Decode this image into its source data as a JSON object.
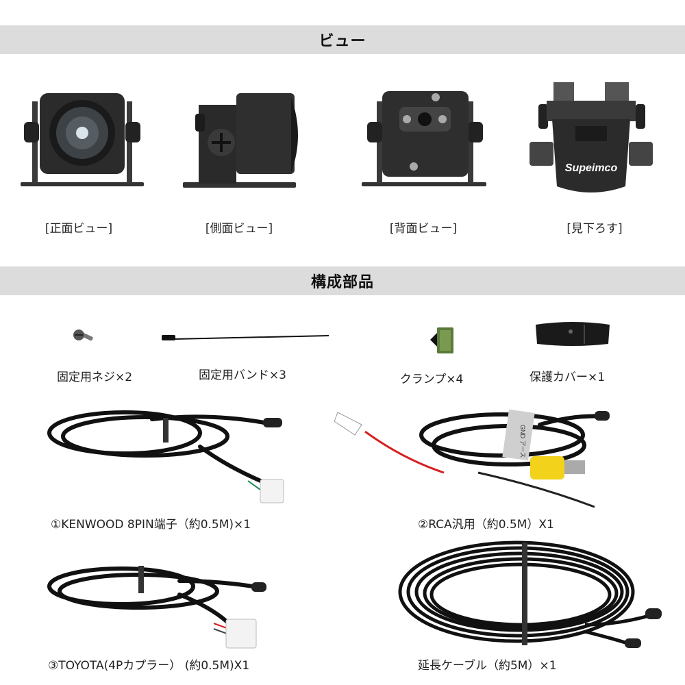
{
  "sections": {
    "view_title": "ビュー",
    "parts_title": "構成部品"
  },
  "views": {
    "front": "[正面ビュー]",
    "side": "[側面ビュー]",
    "back": "[背面ビュー]",
    "top": "[見下ろす]"
  },
  "brand": "Supeimco",
  "cable_tag": "GND アース",
  "parts": {
    "screw": "固定用ネジ×2",
    "band": "固定用バンド×3",
    "clamp": "クランプ×4",
    "cover": "保護カバー×1",
    "cable1": "①KENWOOD 8PIN端子（約0.5M)×1",
    "cable2": "②RCA汎用（約0.5M）X1",
    "cable3": "③TOYOTA(4Pカプラー） (約0.5M)X1",
    "cable4": "延長ケーブル（約5M）×1"
  },
  "colors": {
    "band_bg": "#dcdcdc",
    "camera_body": "#2b2b2b",
    "cable": "#111111",
    "rca_yellow": "#f2d21b",
    "wire_red": "#d62020"
  }
}
